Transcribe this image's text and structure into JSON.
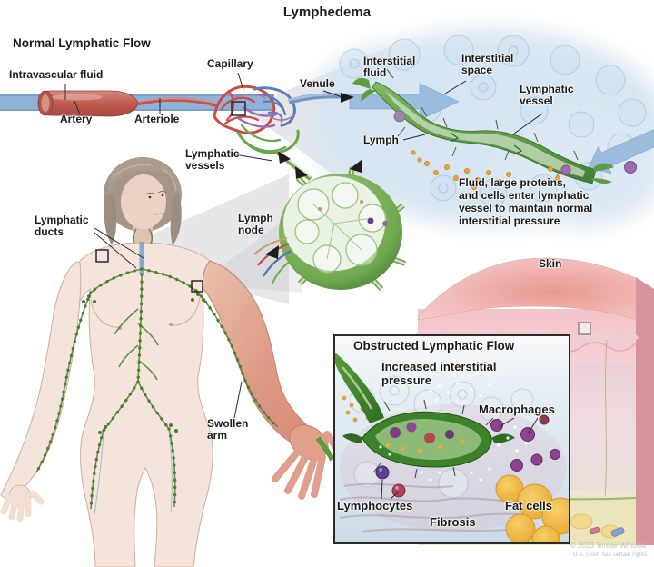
{
  "title": "Lymphedema",
  "normal_flow": {
    "heading": "Normal Lymphatic Flow",
    "intravascular_fluid": "Intravascular fluid",
    "artery": "Artery",
    "arteriole": "Arteriole",
    "capillary": "Capillary",
    "venule": "Venule",
    "lymphatic_vessels": "Lymphatic vessels"
  },
  "interstitial_view": {
    "interstitial_fluid": "Interstitial fluid",
    "interstitial_space": "Interstitial space",
    "lymphatic_vessel": "Lymphatic vessel",
    "lymph": "Lymph",
    "caption_lines": [
      "Fluid, large proteins,",
      "and cells enter lymphatic",
      "vessel to maintain normal",
      "interstitial pressure"
    ]
  },
  "body_view": {
    "lymphatic_ducts": "Lymphatic ducts",
    "lymph_node": "Lymph node",
    "swollen_arm": "Swollen arm",
    "skin": "Skin"
  },
  "obstructed_view": {
    "heading": "Obstructed Lymphatic Flow",
    "increased_pressure": "Increased interstitial pressure",
    "macrophages": "Macrophages",
    "lymphocytes": "Lymphocytes",
    "fat_cells": "Fat cells",
    "fibrosis": "Fibrosis"
  },
  "credit": {
    "line1": "© 2023 Terese Winslow",
    "line2": "U.S. Govt. has certain rights"
  },
  "colors": {
    "vein_blue": "#8fb3d8",
    "artery_red": "#b85048",
    "lymph_green": "#4e8a3a",
    "interstitial_blue": "#d6e5f1",
    "skin_pink": "#f3c7cb",
    "swollen_red": "#d98975",
    "fat_yellow": "#efb23c",
    "macrophage_purple": "#8c4391"
  }
}
